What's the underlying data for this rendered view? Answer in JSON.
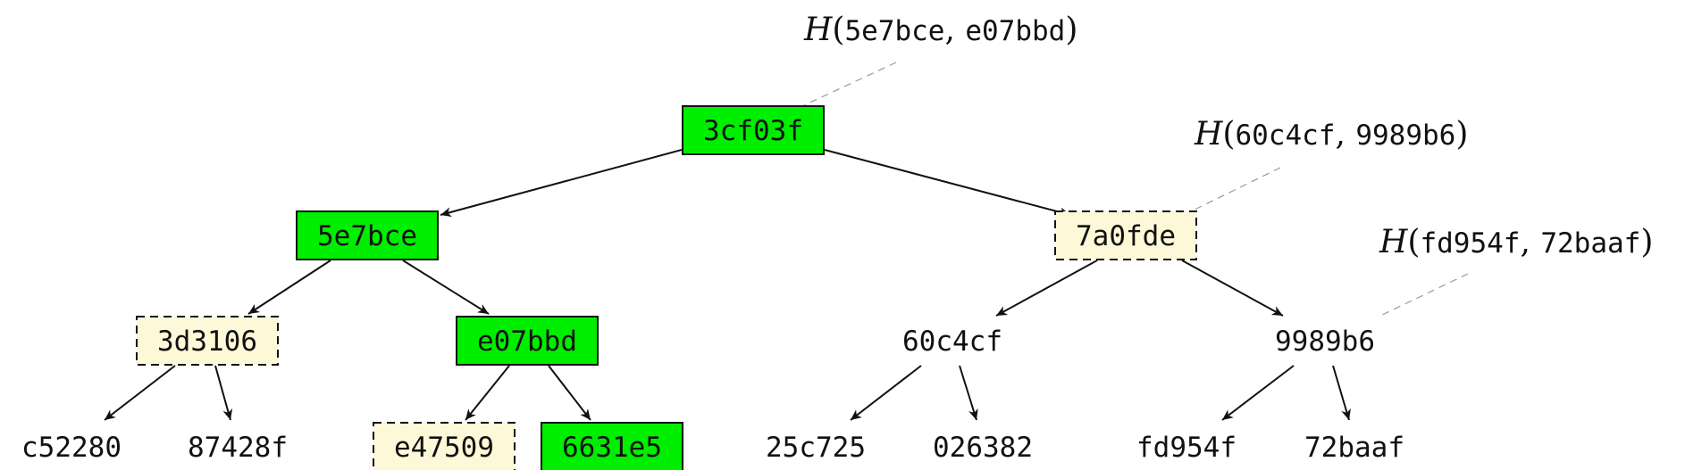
{
  "colors": {
    "proof_path": "#00ee00",
    "sibling": "#fdf8d8",
    "line": "#111111",
    "leader": "#999999"
  },
  "nodes": {
    "root": {
      "label": "3cf03f",
      "style": "path"
    },
    "n_l": {
      "label": "5e7bce",
      "style": "path"
    },
    "n_r": {
      "label": "7a0fde",
      "style": "sibling"
    },
    "n_ll": {
      "label": "3d3106",
      "style": "sibling"
    },
    "n_lr": {
      "label": "e07bbd",
      "style": "path"
    },
    "n_rl": {
      "label": "60c4cf",
      "style": "plain"
    },
    "n_rr": {
      "label": "9989b6",
      "style": "plain"
    },
    "l1": {
      "label": "c52280",
      "style": "plain"
    },
    "l2": {
      "label": "87428f",
      "style": "plain"
    },
    "l3": {
      "label": "e47509",
      "style": "sibling"
    },
    "l4": {
      "label": "6631e5",
      "style": "path"
    },
    "l5": {
      "label": "25c725",
      "style": "plain"
    },
    "l6": {
      "label": "026382",
      "style": "plain"
    },
    "l7": {
      "label": "fd954f",
      "style": "plain"
    },
    "l8": {
      "label": "72baaf",
      "style": "plain"
    }
  },
  "edges": [
    [
      "root",
      "n_l"
    ],
    [
      "root",
      "n_r"
    ],
    [
      "n_l",
      "n_ll"
    ],
    [
      "n_l",
      "n_lr"
    ],
    [
      "n_r",
      "n_rl"
    ],
    [
      "n_r",
      "n_rr"
    ],
    [
      "n_ll",
      "l1"
    ],
    [
      "n_ll",
      "l2"
    ],
    [
      "n_lr",
      "l3"
    ],
    [
      "n_lr",
      "l4"
    ],
    [
      "n_rl",
      "l5"
    ],
    [
      "n_rl",
      "l6"
    ],
    [
      "n_rr",
      "l7"
    ],
    [
      "n_rr",
      "l8"
    ]
  ],
  "annotations": [
    {
      "target": "root",
      "fn": "H",
      "arg1": "5e7bce",
      "arg2": "e07bbd"
    },
    {
      "target": "n_r",
      "fn": "H",
      "arg1": "60c4cf",
      "arg2": "9989b6"
    },
    {
      "target": "n_rr",
      "fn": "H",
      "arg1": "fd954f",
      "arg2": "72baaf"
    }
  ]
}
